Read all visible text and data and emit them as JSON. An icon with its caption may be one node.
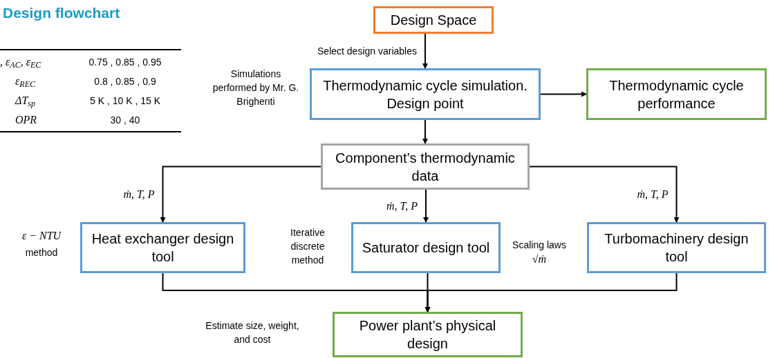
{
  "diagram": {
    "title": "Design flowchart",
    "nodes": [
      {
        "text": [
          "Design Space"
        ]
      },
      {
        "text": [
          "Thermodynamic cycle simulation. Design point"
        ],
        "beside": [
          "Simulations performed by Mr. G. Brighenti"
        ]
      },
      {
        "text": [
          "Thermodynamic cycle performance"
        ]
      },
      {
        "text": [
          "Component’s thermodynamic data"
        ]
      },
      {
        "text": [
          "Heat exchanger design tool"
        ],
        "beside": [
          "ε − NTU",
          "method"
        ]
      },
      {
        "text": [
          "Saturator design tool"
        ],
        "beside": [
          "Iterative discrete method"
        ]
      },
      {
        "text": [
          "Turbomachinery design tool"
        ],
        "beside": [
          "Scaling laws",
          "√ṁ"
        ]
      },
      {
        "text": [
          "Power plant’s physical design"
        ],
        "beside": [
          "Estimate size, weight, and cost"
        ]
      }
    ],
    "edges": [
      {
        "from": 0,
        "to": 1,
        "arrow": "to",
        "label": "Select design variables"
      },
      {
        "from": 1,
        "to": 2,
        "arrow": "to"
      },
      {
        "from": 1,
        "to": 3,
        "arrow": "to"
      },
      {
        "from": 3,
        "to": 4,
        "arrow": "to",
        "label": "ṁ, T, P"
      },
      {
        "from": 3,
        "to": 5,
        "arrow": "to",
        "label": "ṁ, T, P"
      },
      {
        "from": 3,
        "to": 6,
        "arrow": "to",
        "label": "ṁ, T, P"
      },
      {
        "from": 4,
        "to": 7,
        "arrow": "to"
      },
      {
        "from": 5,
        "to": 7,
        "arrow": "to"
      },
      {
        "from": 6,
        "to": 7,
        "arrow": "to"
      }
    ],
    "labels": [
      ", ε$_{AC}$, ε$_{EC}$",
      "0.75 , 0.85 , 0.95",
      "ε$_{REC}$",
      "0.8 , 0.85 , 0.9",
      "ΔT$_{sp}$",
      "5 K , 10 K , 15 K",
      "OPR",
      "30 , 40"
    ]
  }
}
